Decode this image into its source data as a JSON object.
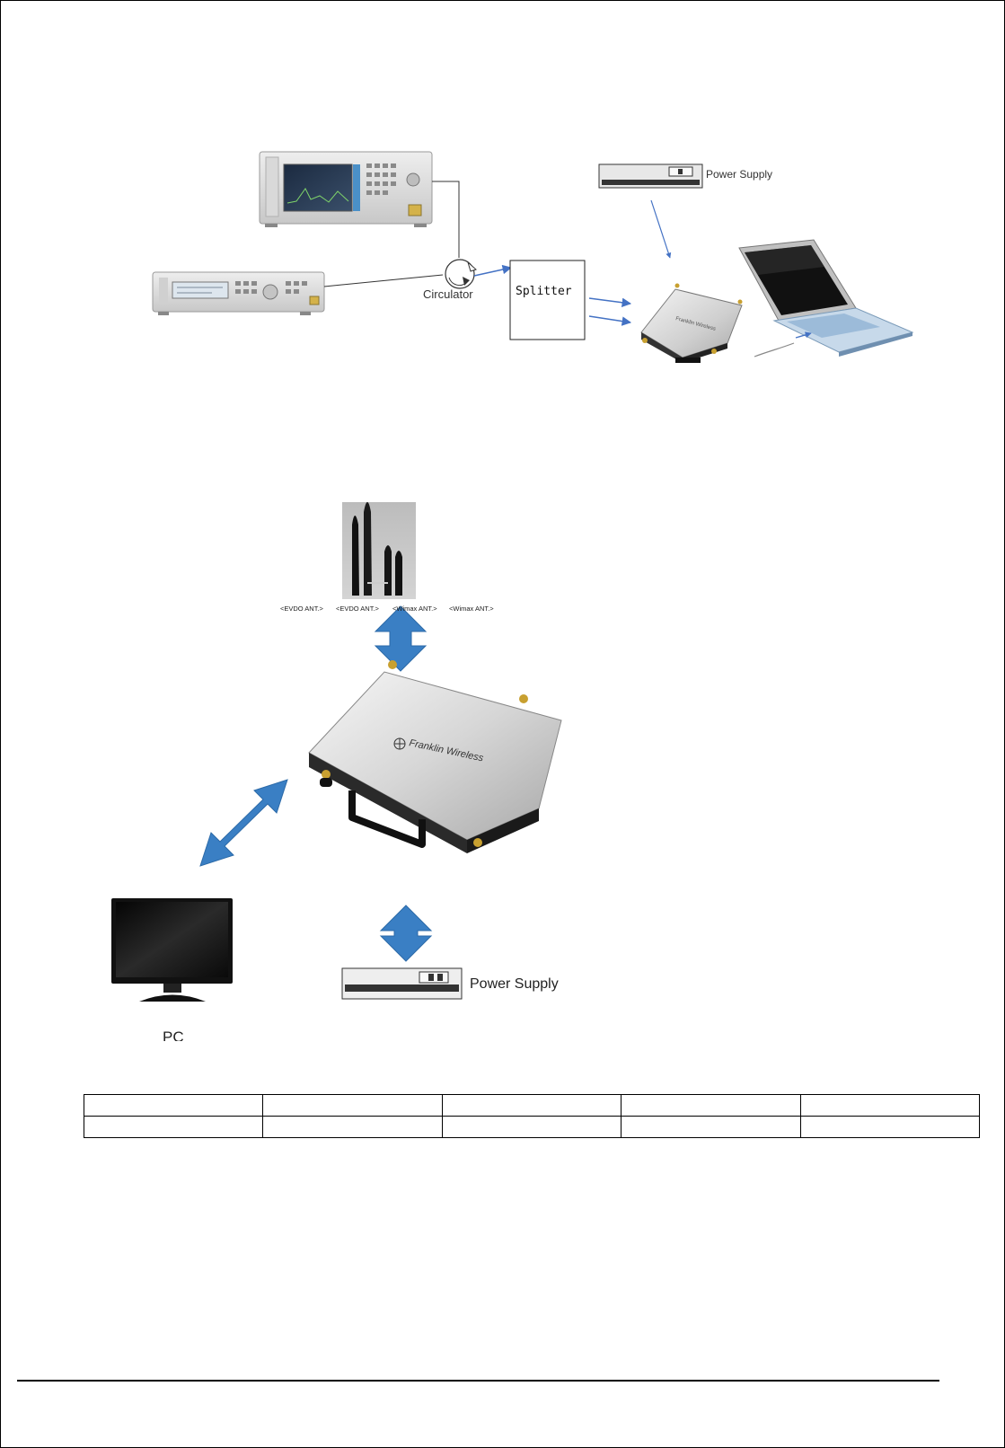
{
  "diagram1": {
    "circulator_label": "Circulator",
    "splitter_label": "Splitter",
    "power_supply_label": "Power Supply",
    "device_logo_text": "Franklin Wireless",
    "arrow_color": "#4472c4"
  },
  "diagram2": {
    "antenna_captions": [
      "<EVDO ANT.>",
      "<EVDO ANT.>",
      "<Wimax ANT.>",
      "<Wimax ANT.>"
    ],
    "device_logo_text": "Franklin Wireless",
    "power_supply_label": "Power Supply",
    "pc_label": "PC",
    "arrow_color": "#3a7fc4"
  },
  "table": {
    "rows": [
      [
        "",
        "",
        "",
        "",
        ""
      ],
      [
        "",
        "",
        "",
        "",
        ""
      ]
    ]
  }
}
